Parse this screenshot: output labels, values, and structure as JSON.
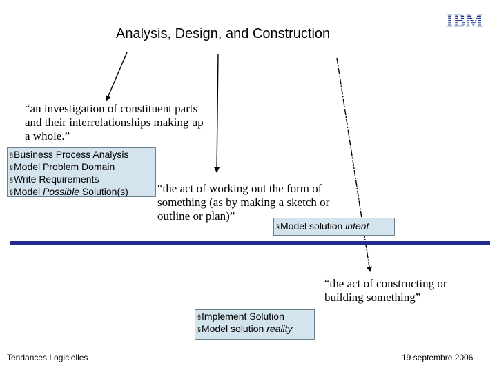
{
  "slide": {
    "title": "Analysis, Design, and Construction",
    "logo_text": "IBM",
    "analysis_definition": "“an investigation of constituent parts and their interrelationships making up a whole.”",
    "analysis_items": [
      {
        "text": "Business Process Analysis"
      },
      {
        "text": "Model Problem Domain"
      },
      {
        "text": "Write Requirements"
      },
      {
        "pre": "Model ",
        "em": "Possible",
        "post": " Solution(s)"
      }
    ],
    "design_definition": "“the act of working out the form of something (as by making a sketch or outline or plan)”",
    "design_item": {
      "pre": "Model solution ",
      "em": "intent"
    },
    "construction_definition": "“the act of constructing or building something”",
    "construction_items": [
      {
        "text": "Implement Solution"
      },
      {
        "pre": "Model solution ",
        "em": "reality"
      }
    ],
    "bullet_glyph": "§"
  },
  "footer": {
    "left": "Tendances Logicielles",
    "right": "19 septembre 2006"
  },
  "colors": {
    "rule": "#232b8c",
    "box_fill": "#d4e4ee",
    "logo": "#1f3a8a"
  }
}
